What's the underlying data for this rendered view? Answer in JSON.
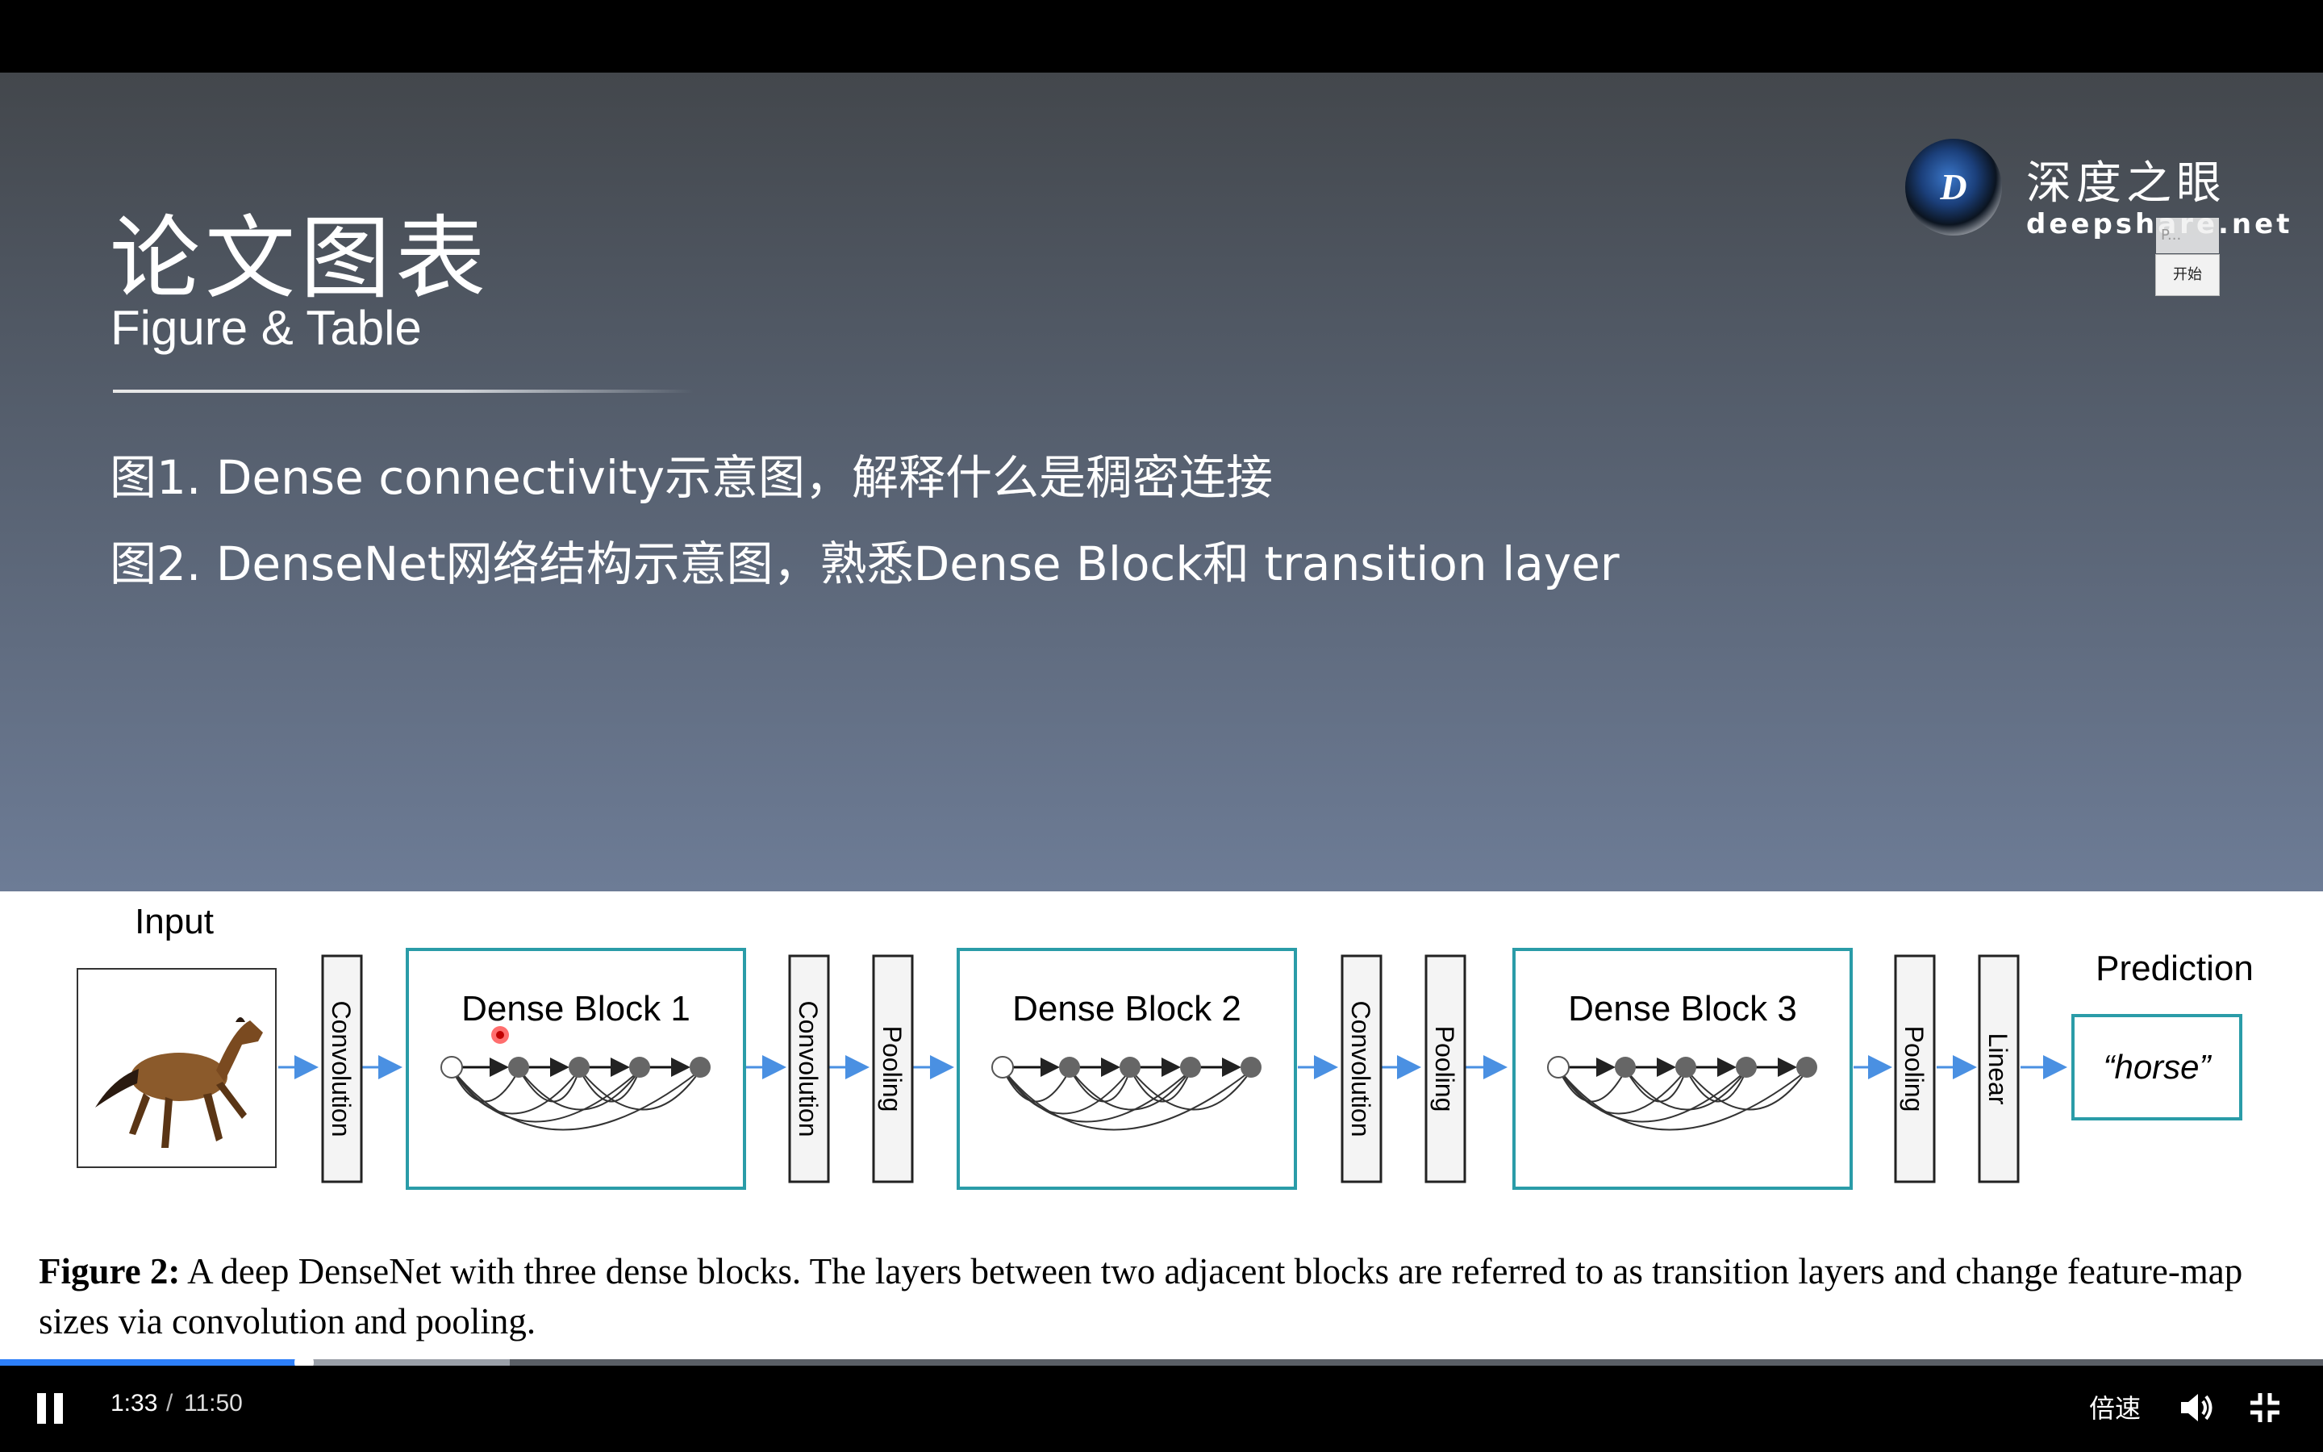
{
  "slide": {
    "title": "论文图表",
    "subtitle": "Figure & Table",
    "bullets": [
      "图1. Dense connectivity示意图，解释什么是稠密连接",
      "图2. DenseNet网络结构示意图，熟悉Dense Block和 transition layer"
    ],
    "brand": {
      "name_cn": "深度之眼",
      "name_en": "deepshare.net",
      "logo_letter": "D"
    },
    "mini_widget": {
      "top_text": "P...",
      "button": "开始"
    }
  },
  "figure": {
    "input_label": "Input",
    "prediction_label": "Prediction",
    "prediction_value": "“horse”",
    "layers": [
      "Convolution",
      "Dense Block 1",
      "Convolution",
      "Pooling",
      "Dense Block 2",
      "Convolution",
      "Pooling",
      "Dense Block 3",
      "Pooling",
      "Linear"
    ],
    "caption_bold": "Figure 2:",
    "caption_text": " A deep DenseNet with three dense blocks. The layers between two adjacent blocks are referred to as transition layers and change feature-map sizes via convolution and pooling."
  },
  "player": {
    "current_time": "1:33",
    "separator": "/",
    "duration": "11:50",
    "progress_fraction": 0.131,
    "speed_label": "倍速",
    "icons": [
      "pause-icon",
      "volume-icon",
      "exit-fullscreen-icon"
    ],
    "accent_color": "#2d7ff9"
  }
}
